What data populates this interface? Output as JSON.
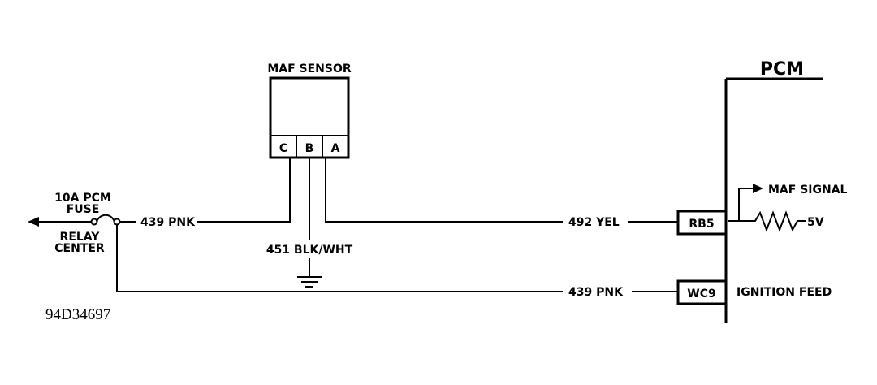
{
  "sensor": {
    "title": "MAF SENSOR",
    "pins": [
      "C",
      "B",
      "A"
    ]
  },
  "pcm": {
    "title": "PCM",
    "connectors": [
      "RB5",
      "WC9"
    ],
    "signal_label": "MAF SIGNAL",
    "pullup_label": "5V",
    "feed_label": "IGNITION FEED"
  },
  "fuse": {
    "line1": "10A PCM",
    "line2": "FUSE",
    "line3": "RELAY",
    "line4": "CENTER"
  },
  "wires": {
    "pnk_top": "439 PNK",
    "yel": "492 YEL",
    "gnd": "451 BLK/WHT",
    "pnk_bottom": "439 PNK"
  },
  "figure_code": "94D34697"
}
